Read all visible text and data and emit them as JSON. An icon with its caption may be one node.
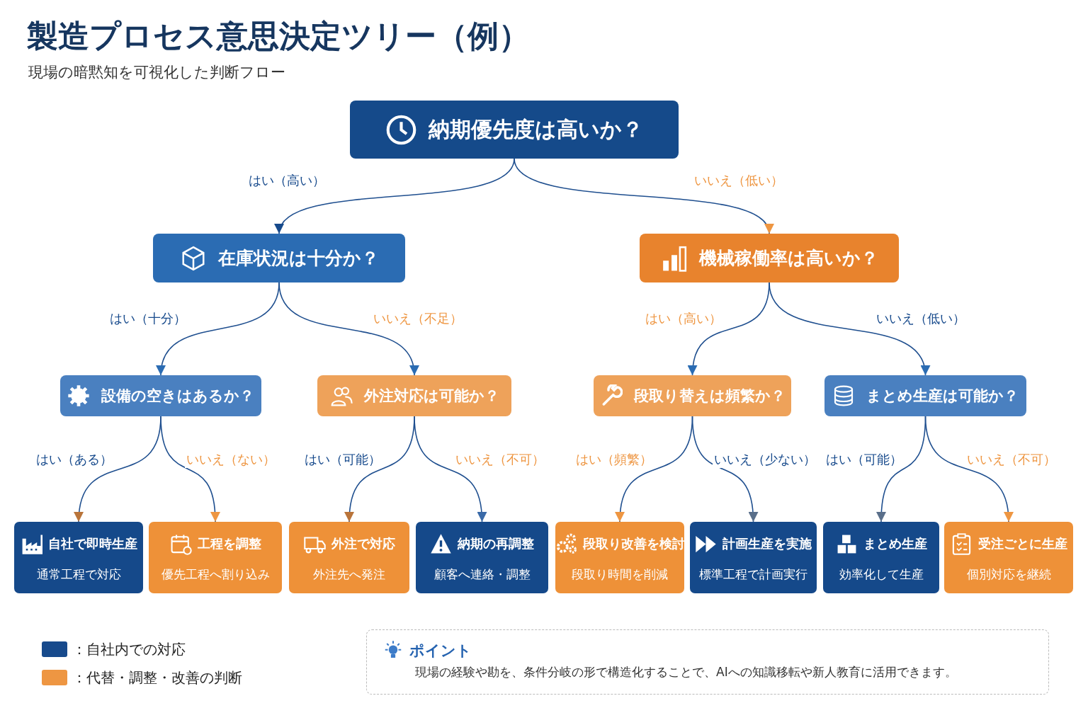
{
  "diagram": {
    "title": "製造プロセス意思決定ツリー（例）",
    "nodes": [
      {
        "text": [
          "納期優先度は高いか？"
        ]
      },
      {
        "text": [
          "在庫状況は十分か？"
        ]
      },
      {
        "text": [
          "機械稼働率は高いか？"
        ]
      },
      {
        "text": [
          "設備の空きはあるか？"
        ]
      },
      {
        "text": [
          "外注対応は可能か？"
        ]
      },
      {
        "text": [
          "段取り替えは頻繁か？"
        ]
      },
      {
        "text": [
          "まとめ生産は可能か？"
        ]
      },
      {
        "text": [
          "自社で即時生産",
          "通常工程で対応"
        ]
      },
      {
        "text": [
          "工程を調整",
          "優先工程へ割り込み"
        ]
      },
      {
        "text": [
          "外注で対応",
          "外注先へ発注"
        ]
      },
      {
        "text": [
          "納期の再調整",
          "顧客へ連絡・調整"
        ]
      },
      {
        "text": [
          "段取り改善を検討",
          "段取り時間を削減"
        ]
      },
      {
        "text": [
          "計画生産を実施",
          "標準工程で計画実行"
        ]
      },
      {
        "text": [
          "まとめ生産",
          "効率化して生産"
        ]
      },
      {
        "text": [
          "受注ごとに生産",
          "個別対応を継続"
        ]
      },
      {
        "text": [
          "ポイント",
          "現場の経験や勘を、条件分岐の形で構造化することで、AIへの知識移転や新人教育に活用できます。"
        ]
      }
    ],
    "edges": [
      {
        "from": 0,
        "to": 1,
        "arrow": "to",
        "label": "はい（高い）"
      },
      {
        "from": 0,
        "to": 2,
        "arrow": "to",
        "label": "いいえ（低い）"
      },
      {
        "from": 1,
        "to": 3,
        "arrow": "to",
        "label": "はい（十分）"
      },
      {
        "from": 1,
        "to": 4,
        "arrow": "to",
        "label": "いいえ（不足）"
      },
      {
        "from": 2,
        "to": 5,
        "arrow": "to",
        "label": "はい（高い）"
      },
      {
        "from": 2,
        "to": 6,
        "arrow": "to",
        "label": "いいえ（低い）"
      },
      {
        "from": 3,
        "to": 7,
        "arrow": "to",
        "label": "はい（ある）"
      },
      {
        "from": 3,
        "to": 8,
        "arrow": "to",
        "label": "いいえ（ない）"
      },
      {
        "from": 4,
        "to": 9,
        "arrow": "to",
        "label": "はい（可能）"
      },
      {
        "from": 4,
        "to": 10,
        "arrow": "to",
        "label": "いいえ（不可）"
      },
      {
        "from": 5,
        "to": 11,
        "arrow": "to",
        "label": "はい（頻繁）"
      },
      {
        "from": 5,
        "to": 12,
        "arrow": "to",
        "label": "いいえ（少ない）"
      },
      {
        "from": 6,
        "to": 13,
        "arrow": "to",
        "label": "はい（可能）"
      },
      {
        "from": 6,
        "to": 14,
        "arrow": "to",
        "label": "いいえ（不可）"
      }
    ],
    "labels": [
      "現場の暗黙知を可視化した判断フロー"
    ],
    "legend": [
      {
        "text": "：自社内での対応",
        "color": "#174a8c"
      },
      {
        "text": "：代替・調整・改善の判断",
        "color": "#ee9642"
      }
    ]
  }
}
